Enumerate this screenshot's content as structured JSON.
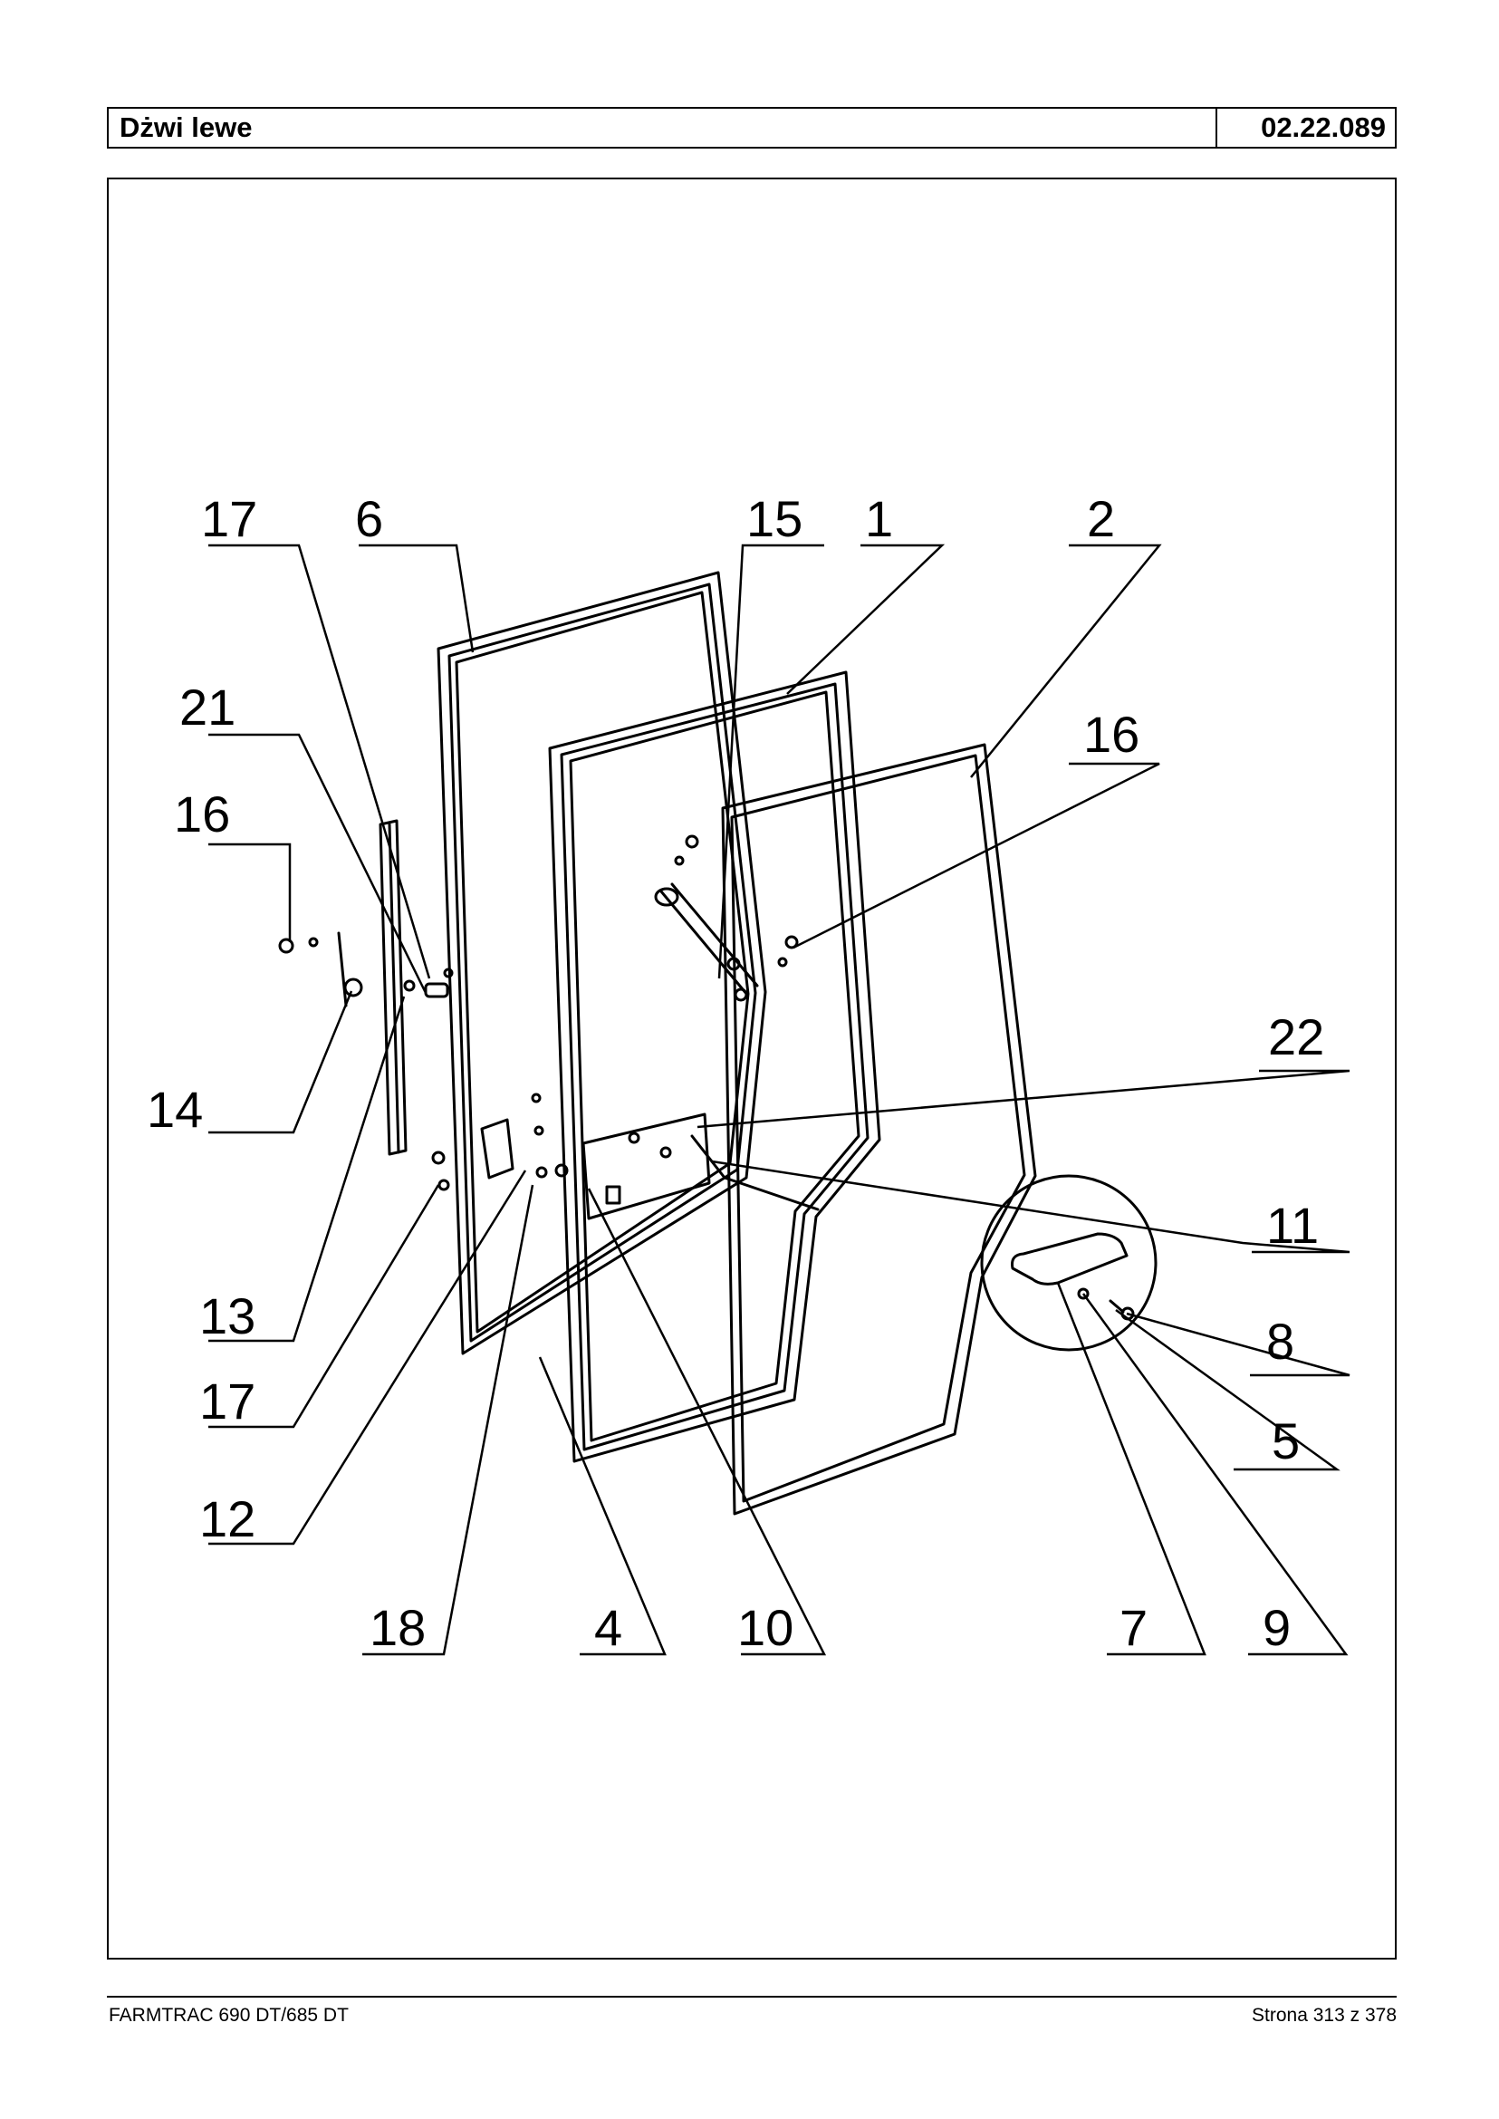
{
  "header": {
    "title": "Dżwi lewe",
    "code": "02.22.089"
  },
  "diagram": {
    "labels": [
      {
        "id": "17a",
        "text": "17"
      },
      {
        "id": "6",
        "text": "6"
      },
      {
        "id": "15",
        "text": "15"
      },
      {
        "id": "1",
        "text": "1"
      },
      {
        "id": "2",
        "text": "2"
      },
      {
        "id": "21",
        "text": "21"
      },
      {
        "id": "16a",
        "text": "16"
      },
      {
        "id": "16b",
        "text": "16"
      },
      {
        "id": "14",
        "text": "14"
      },
      {
        "id": "22",
        "text": "22"
      },
      {
        "id": "11",
        "text": "11"
      },
      {
        "id": "8",
        "text": "8"
      },
      {
        "id": "13",
        "text": "13"
      },
      {
        "id": "17b",
        "text": "17"
      },
      {
        "id": "5",
        "text": "5"
      },
      {
        "id": "12",
        "text": "12"
      },
      {
        "id": "18",
        "text": "18"
      },
      {
        "id": "4",
        "text": "4"
      },
      {
        "id": "10",
        "text": "10"
      },
      {
        "id": "7",
        "text": "7"
      },
      {
        "id": "9",
        "text": "9"
      }
    ]
  },
  "footer": {
    "model": "FARMTRAC 690 DT/685 DT",
    "page": "Strona 313 z 378"
  }
}
